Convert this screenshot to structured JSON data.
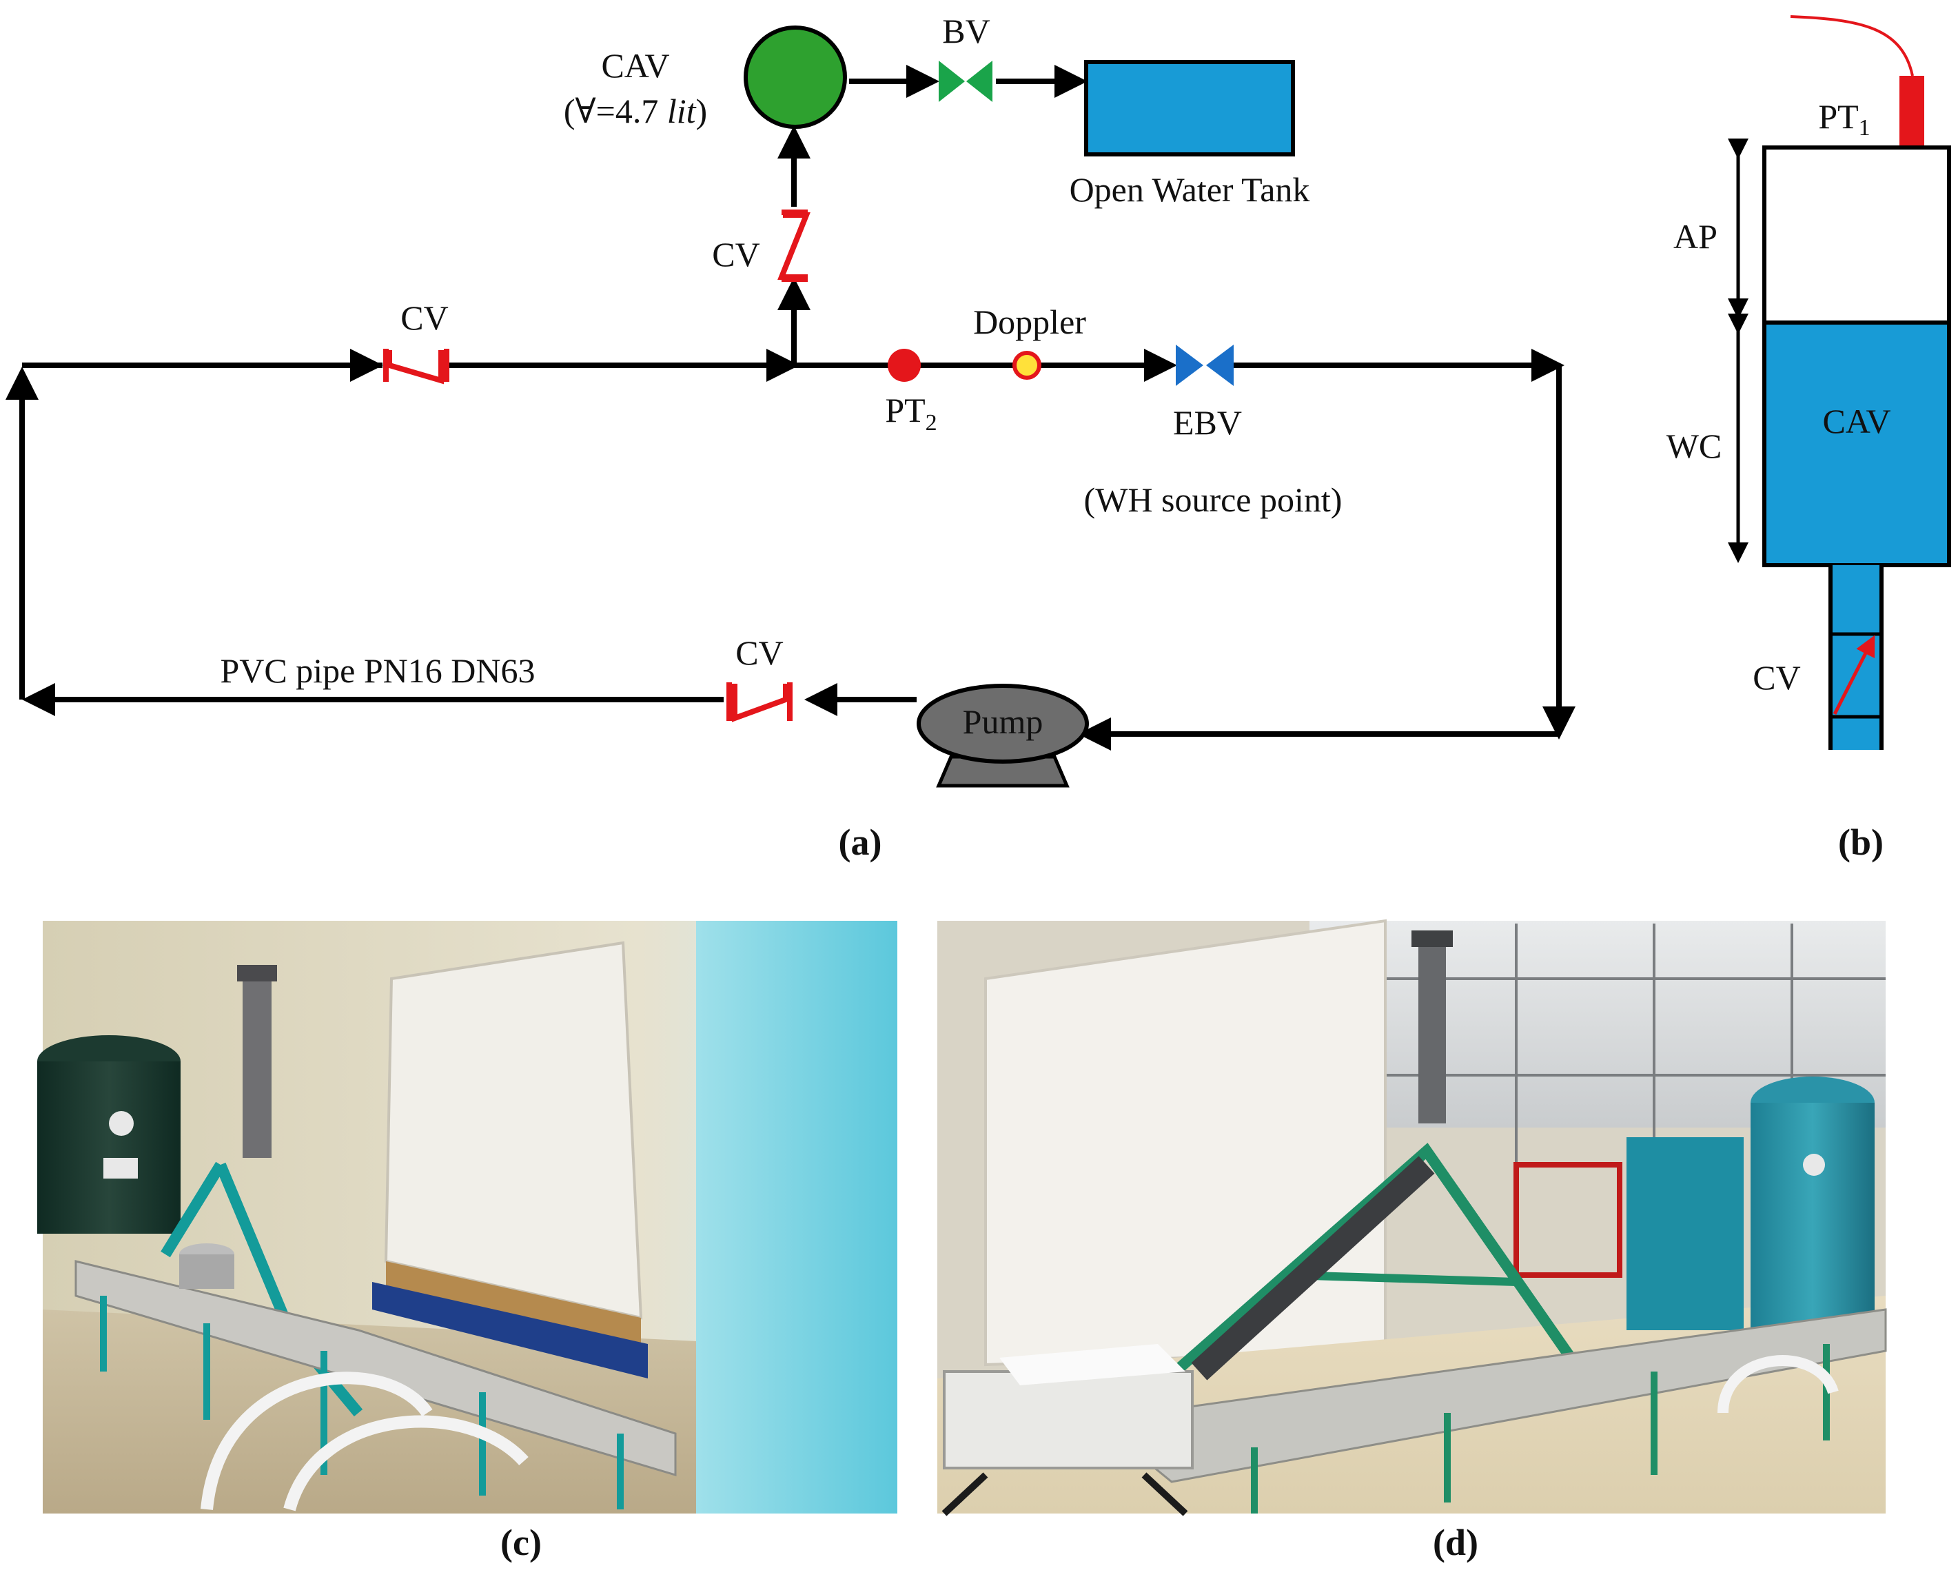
{
  "panel_a": {
    "cav_label": "CAV",
    "cav_volume_prefix": "(∀=4.7 ",
    "cav_volume_unit": "lit",
    "cav_volume_suffix": ")",
    "bv_label": "BV",
    "tank_label": "Open Water Tank",
    "cv_riser_label": "CV",
    "cv_top_label": "CV",
    "doppler_label": "Doppler",
    "pt2_label": "PT",
    "pt2_sub": "2",
    "ebv_label": "EBV",
    "wh_label": "(WH source point)",
    "pipe_label": "PVC pipe PN16 DN63",
    "cv_bottom_label": "CV",
    "pump_label": "Pump",
    "caption": "(a)"
  },
  "panel_b": {
    "pt1_label": "PT",
    "pt1_sub": "1",
    "ap_label": "AP",
    "wc_label": "WC",
    "cav_label": "CAV",
    "cv_label": "CV",
    "caption": "(b)"
  },
  "panel_c": {
    "caption": "(c)"
  },
  "panel_d": {
    "caption": "(d)"
  },
  "colors": {
    "water": "#189bd6",
    "valve_red": "#e4161b",
    "bv_green": "#1aa44a",
    "cav_green": "#2ea12f",
    "ebv_blue": "#1a6fc9",
    "pump_gray": "#6d6d6d"
  }
}
